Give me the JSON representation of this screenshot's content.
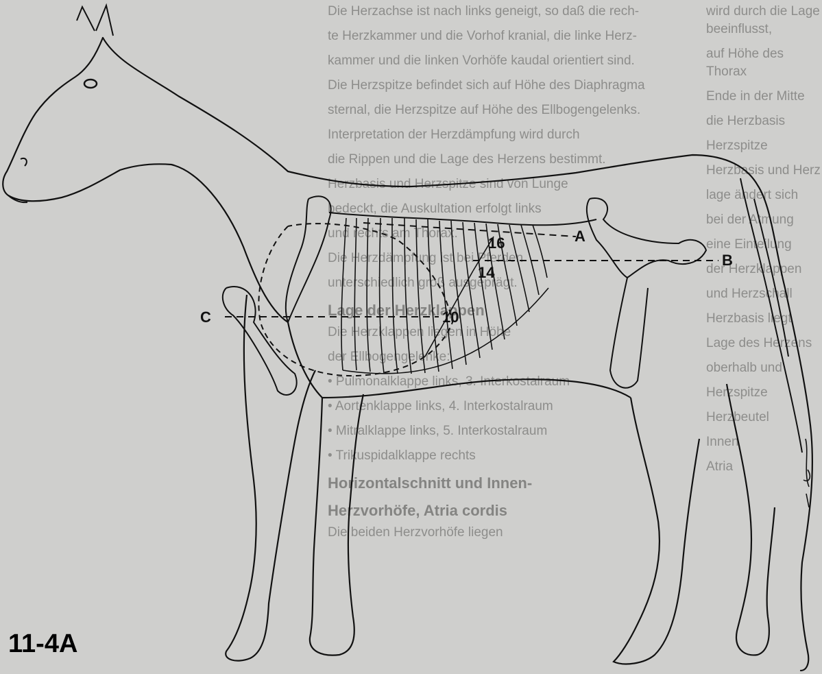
{
  "figure": {
    "number": "11-4A",
    "labels": [
      "A",
      "B",
      "C"
    ],
    "rib_numbers": [
      "16",
      "14",
      "10"
    ]
  },
  "background_text": {
    "col1": [
      "Die Herzachse ist nach links geneigt, so daß die rech-",
      "te Herzkammer und die Vorhof kranial, die linke Herz-",
      "kammer und die linken Vorhöfe kaudal orientiert sind.",
      "Die Herzspitze befindet sich auf Höhe des Diaphragma",
      "sternal, die Herzspitze auf Höhe des Ellbogengelenks.",
      "Interpretation der Herzdämpfung wird durch",
      "die Rippen und die Lage des Herzens bestimmt.",
      "Herzbasis und Herzspitze sind von Lunge",
      "bedeckt, die Auskultation erfolgt links",
      "und rechts am Thorax.",
      "Die Herzdämpfung ist bei Pferden",
      "unterschiedlich groß ausgeprägt.",
      "Lage der Herzklappen",
      "Die Herzklappen liegen in Höhe",
      "der Ellbogengelenke:",
      "• Pulmonalklappe links, 3. Interkostalraum",
      "• Aortenklappe links, 4. Interkostalraum",
      "• Mitralklappe links, 5. Interkostalraum",
      "• Trikuspidalklappe rechts",
      "Horizontalschnitt und Innen-",
      "Herzvorhöfe, Atria cordis",
      "Die beiden Herzvorhöfe liegen"
    ],
    "col2": [
      "wird durch die Lage beeinflusst,",
      "auf Höhe des Thorax",
      "Ende in der Mitte",
      "die Herzbasis",
      "Herzspitze",
      "Herzbasis und Herz",
      "lage ändert sich",
      "bei der Atmung",
      "eine Einteilung",
      "der Herzklappen",
      "und Herzschall",
      "Herzbasis liegt",
      "Lage des Herzens",
      "oberhalb und",
      "Herzspitze",
      "Herzbeutel",
      "Innen",
      "Atria"
    ]
  }
}
